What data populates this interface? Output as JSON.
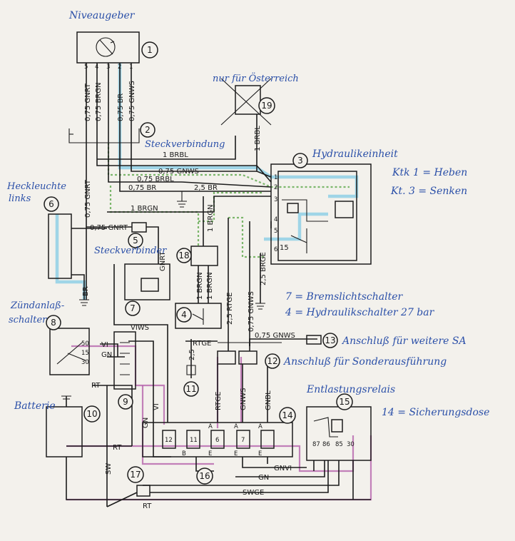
{
  "labels": {
    "niveaugeber": "Niveaugeber",
    "steckverbindung": "Steckverbindung",
    "nur_oesterreich": "nur für Österreich",
    "hydraulikeinheit": "Hydraulikeinheit",
    "kl1": "Ktk 1 = Heben",
    "kl3": "Kt. 3 = Senken",
    "heckleuchte": "Heckleuchte",
    "links": "links",
    "steckverbinder": "Steckverbinder",
    "zuendanlass": "Zündanlaß-",
    "schalter": "schalter",
    "note7": "7 = Bremslichtschalter",
    "note4": "4 = Hydraulikschalter 27 bar",
    "anschluss_sa": "Anschluß für weitere SA",
    "anschluss_sonder": "Anschluß für Sonderausführung",
    "entlastungsrelais": "Entlastungsrelais",
    "sicherungsdose": "14 = Sicherungsdose",
    "batterie": "Batterie"
  },
  "wires": {
    "w_075gnrt_top": "0,75 GNRT",
    "w_075brgn_top": "0,75 BRGN",
    "w_075br_top": "0,75 BR",
    "w_075gnws_top": "0,75 GNWS",
    "w_1brbl_a": "1 BRBL",
    "w_1brbl_b": "1 BRBL",
    "w_075gnws_mid": "0,75 GNWS",
    "w_075brbl": "0,75 BRBL",
    "w_075br": "0,75 BR",
    "w_25br": "2,5 BR",
    "w_1brgn_h": "1 BRGN",
    "w_1brgn_v": "1 BRGN",
    "w_075gnrt_left": "0,75 GNRT",
    "w_075gnrt_5": "0,75 GNRT",
    "w_gnrt_v": "GNRT",
    "w_br": "BR",
    "w_1brgn_4a": "1 BRGN",
    "w_1brgn_4b": "1 BRGN",
    "w_25rtge": "2,5 RTGE",
    "w_075gnws_v": "0,75 GNWS",
    "w_25brge": "2,5 BRGE",
    "w_075gnws_13": "0,75 GNWS",
    "w_rtge_h": "RTGE",
    "w_rtge_v": "RTGE",
    "w_gnws_v": "GNWS",
    "w_gnbl_v": "GNBL",
    "w_viws": "VIWS",
    "w_vi": "VI",
    "w_gn_8": "GN",
    "w_rt_8": "RT",
    "w_vi_9": "VI",
    "w_gn_v": "GN",
    "w_sw": "SW",
    "w_rt_batt": "RT",
    "w_gnvi": "GNVI",
    "w_gn_bottom": "GN",
    "w_swge": "SWGE",
    "w_rt_bottom": "RT",
    "w_25_11": "2,5",
    "w_15": "15"
  },
  "components": {
    "c1": "1",
    "c2": "2",
    "c3": "3",
    "c4": "4",
    "c5": "5",
    "c6": "6",
    "c7": "7",
    "c8": "8",
    "c9": "9",
    "c10": "10",
    "c11": "11",
    "c12": "12",
    "c13": "13",
    "c14": "14",
    "c15": "15",
    "c16": "16",
    "c17": "17",
    "c18": "18",
    "c19": "19"
  },
  "pins": {
    "p1_5": "5",
    "p1_4": "4",
    "p1_3": "3",
    "p1_2": "2",
    "p1_1": "1",
    "p3_1": "1",
    "p3_2": "2",
    "p3_3": "3",
    "p3_4": "4",
    "p3_5": "5",
    "p3_6": "6",
    "p8_50": "50",
    "p8_15": "15",
    "p8_30": "30",
    "p15_87": "87",
    "p15_86": "86",
    "p15_85": "85",
    "p15_30": "30",
    "p14_a1": "A",
    "p14_a2": "A",
    "p14_a3": "A",
    "p14_e1": "E",
    "p14_e2": "E",
    "p14_e3": "E",
    "p14_b": "B",
    "p14_12": "12",
    "p14_11": "11",
    "p14_6": "6",
    "p14_7": "7"
  },
  "colors": {
    "wire": "#1c1c1c",
    "highlight_blue": "#8fd0e6",
    "highlight_green": "#5ca84b",
    "highlight_purple": "#b25aa8",
    "handwriting": "#2a4fa8"
  }
}
